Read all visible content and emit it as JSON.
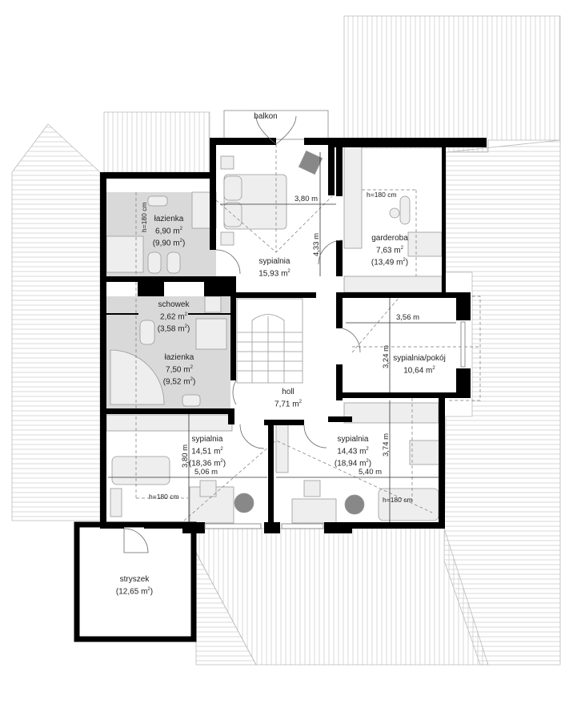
{
  "plan": {
    "colors": {
      "wall": "#000000",
      "wet_room_fill": "#d9d9d9",
      "furniture": "#e6e6e6",
      "roof_hatch": "#c8c8c8"
    },
    "area_unit": "m",
    "area_sup": "2",
    "rooms": [
      {
        "id": "balkon",
        "name": "balkon"
      },
      {
        "id": "lazienka1",
        "name": "łazienka",
        "area": "6,90",
        "gross": "9,90"
      },
      {
        "id": "sypialnia1",
        "name": "sypialnia",
        "area": "15,93"
      },
      {
        "id": "garderoba",
        "name": "garderoba",
        "area": "7,63",
        "gross": "13,49"
      },
      {
        "id": "schowek",
        "name": "schowek",
        "area": "2,62",
        "gross": "3,58"
      },
      {
        "id": "lazienka2",
        "name": "łazienka",
        "area": "7,50",
        "gross": "9,52"
      },
      {
        "id": "sypialnia_pokoj",
        "name": "sypialnia/pokój",
        "area": "10,64"
      },
      {
        "id": "holl",
        "name": "holl",
        "area": "7,71"
      },
      {
        "id": "sypialnia2",
        "name": "sypialnia",
        "area": "14,51",
        "gross": "18,36"
      },
      {
        "id": "sypialnia3",
        "name": "sypialnia",
        "area": "14,43",
        "gross": "18,94"
      },
      {
        "id": "stryszek",
        "name": "stryszek",
        "gross": "12,65"
      }
    ],
    "dimensions": {
      "d380a": "3,80 m",
      "d433": "4,33 m",
      "d356": "3,56 m",
      "d324": "3,24 m",
      "d380b": "3,80 m",
      "d506": "5,06 m",
      "d540": "5,40 m",
      "d374": "3,74 m"
    },
    "heights": {
      "h1": "h=180 cm",
      "h2": "h=180 cm",
      "h3": "h=180 cm",
      "h4": "h=180 cm"
    }
  }
}
